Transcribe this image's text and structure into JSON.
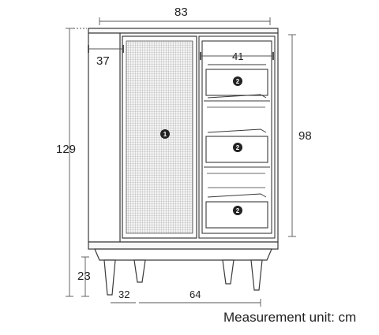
{
  "dimensions": {
    "total_width": "83",
    "depth_top": "37",
    "inner_width": "41",
    "total_height": "129",
    "sliding_door_height": "98",
    "leg_height": "23",
    "leg_depth": "32",
    "base_width": "64"
  },
  "parts": {
    "rattan_door": "1",
    "drawer": "2"
  },
  "footer": {
    "unit_note": "Measurement unit: cm"
  },
  "colors": {
    "line": "#3a3a3a",
    "dim_line": "#555555",
    "badge": "#222222"
  }
}
